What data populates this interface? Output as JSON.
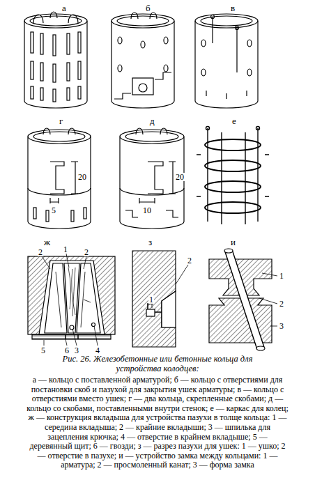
{
  "diagram": {
    "title": "Рис. 26. Железобетонные или бетонные кольца для устройства колодцев:",
    "caption": "а — кольцо с поставленной арматурой; б — кольцо с отверстиями для постановки скоб и пазухой для закрытия ушек арматуры; в — кольцо с отверстиями вместо ушек; г — два кольца, скрепленные скобами; д — кольцо со скобами, поставленными внутри стенок; е — каркас для колец; ж — конструкция вкладыша для устройства пазухи в толще кольца: 1 — середина вкладыша; 2 — крайние вкладыши; 3 — шпилька для зацепления крючка; 4 — отверстие в крайнем вкладыше; 5 — деревянный щит; 6 — гвозди; з — разрез пазухи для ушек: 1 — ушко; 2 — отверстие в пазухе; и — устройство замка между кольцами: 1 — арматура; 2 — просмоленный канат; 3 — форма замка",
    "labels": [
      "а",
      "б",
      "в",
      "г",
      "д",
      "е",
      "20",
      "5",
      "20",
      "10",
      "ж",
      "з",
      "и",
      "2",
      "1",
      "2",
      "5",
      "6",
      "3",
      "4",
      "2",
      "1",
      "1",
      "2",
      "3"
    ]
  }
}
